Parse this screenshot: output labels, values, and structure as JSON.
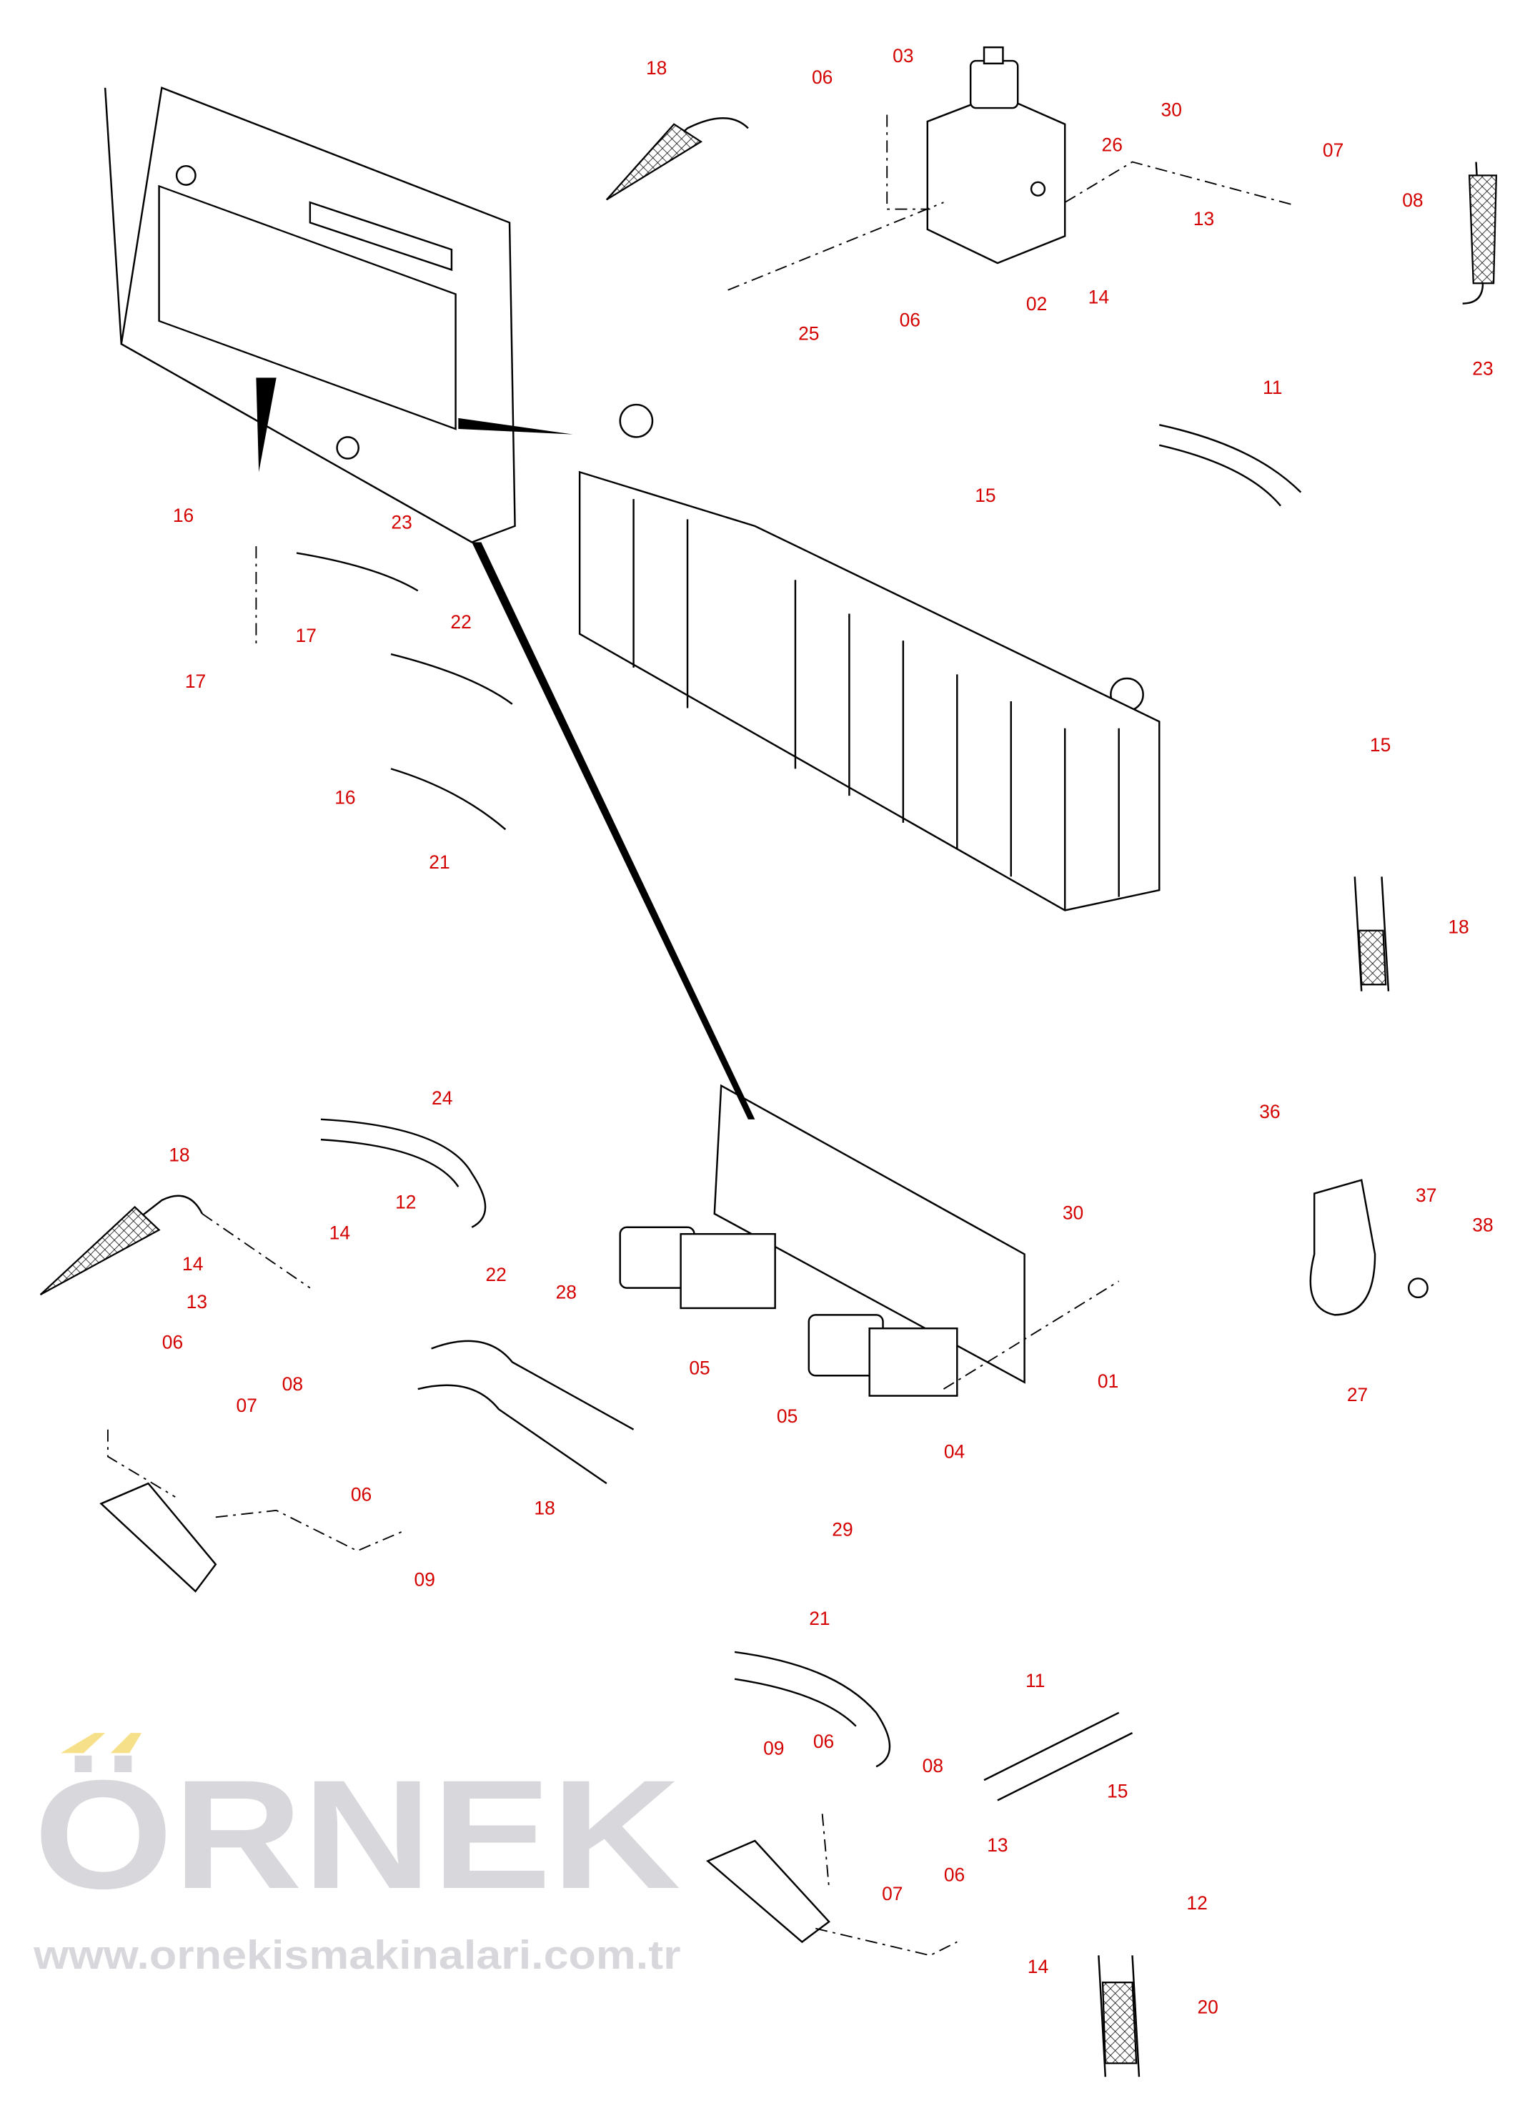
{
  "watermark": {
    "brand": "ÖRNEK",
    "url": "www.ornekismakinalari.com.tr",
    "accent_color": "#f7e08a",
    "text_color": "#d8d8dc"
  },
  "label_color": "#d40000",
  "labels": [
    "18",
    "06",
    "03",
    "30",
    "26",
    "07",
    "08",
    "13",
    "14",
    "06",
    "02",
    "25",
    "23",
    "11",
    "15",
    "16",
    "23",
    "22",
    "17",
    "17",
    "16",
    "21",
    "15",
    "18",
    "24",
    "18",
    "36",
    "12",
    "14",
    "30",
    "37",
    "38",
    "14",
    "22",
    "28",
    "13",
    "06",
    "08",
    "07",
    "05",
    "01",
    "27",
    "05",
    "04",
    "06",
    "18",
    "29",
    "09",
    "21",
    "11",
    "09",
    "06",
    "08",
    "15",
    "13",
    "07",
    "06",
    "12",
    "14",
    "20"
  ]
}
